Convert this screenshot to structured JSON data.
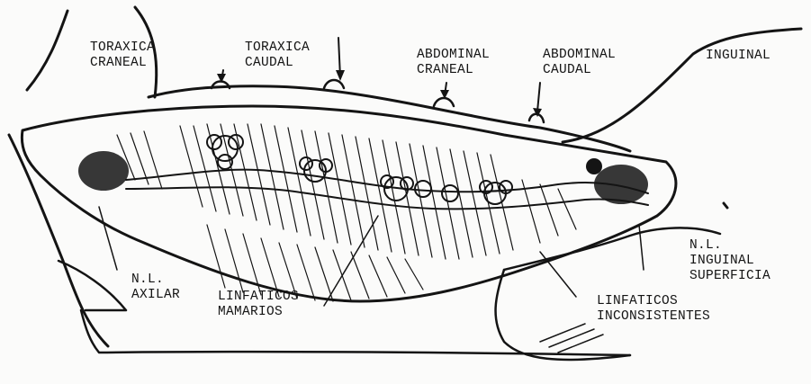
{
  "colors": {
    "ink": "#141414",
    "paper": "#fbfbfa"
  },
  "labels": {
    "toracica_craneal": [
      "TORAXICA",
      "CRANEAL"
    ],
    "toracica_caudal": [
      "TORAXICA",
      "CAUDAL"
    ],
    "abdominal_craneal": [
      "ABDOMINAL",
      "CRANEAL"
    ],
    "abdominal_caudal": [
      "ABDOMINAL",
      "CAUDAL"
    ],
    "inguinal": "INGUINAL",
    "nl_axilar": [
      "N.L.",
      "AXILAR"
    ],
    "linfaticos_mamarios": [
      "LINFATICOS",
      "MAMARIOS"
    ],
    "nl_inguinal_superficial": [
      "N.L.",
      "INGUINAL",
      "SUPERFICIA"
    ],
    "linfaticos_inconsistentes": [
      "LINFATICOS",
      "INCONSISTENTES"
    ]
  }
}
